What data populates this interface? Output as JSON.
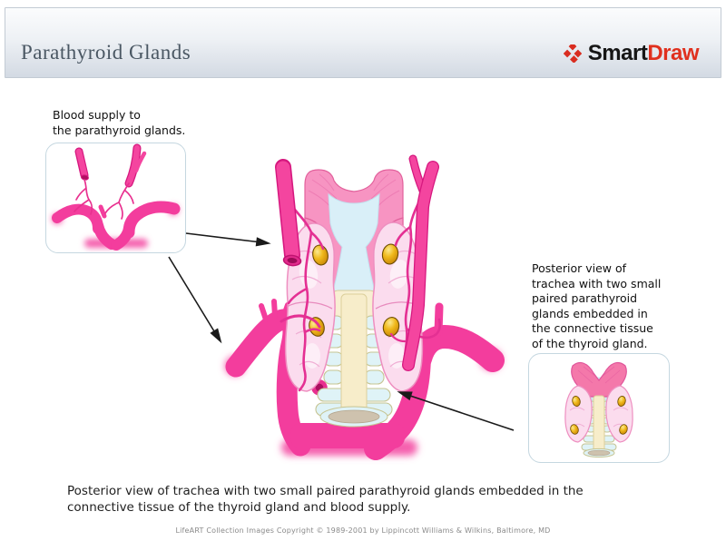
{
  "header": {
    "title": "Parathyroid Glands",
    "logo": {
      "smart": "Smart",
      "draw": "Draw",
      "icon": "smartdraw-diamonds-icon"
    }
  },
  "insets": {
    "left": {
      "label": "Blood supply to\nthe parathyroid glands."
    },
    "right": {
      "label": "Posterior view of\ntrachea with two small\npaired parathyroid\nglands embedded in\nthe connective tissue\nof the thyroid gland."
    }
  },
  "caption": "Posterior view of trachea with two small paired parathyroid glands embedded in the\nconnective tissue of the thyroid gland and blood supply.",
  "footer": "LifeART Collection Images Copyright © 1989-2001 by Lippincott Williams & Wilkins, Baltimore, MD",
  "colors": {
    "vessel_magenta": "#f33d9d",
    "vessel_outline": "#d6187f",
    "muscle_pink": "#f794c2",
    "thyroid_pink": "#fbdcee",
    "parathyroid_gold": "#eda912",
    "cartilage_blue": "#dff3f7",
    "trachea_membrane": "#f7edca",
    "logo_red": "#d92d20",
    "title_color": "#4a5763"
  }
}
